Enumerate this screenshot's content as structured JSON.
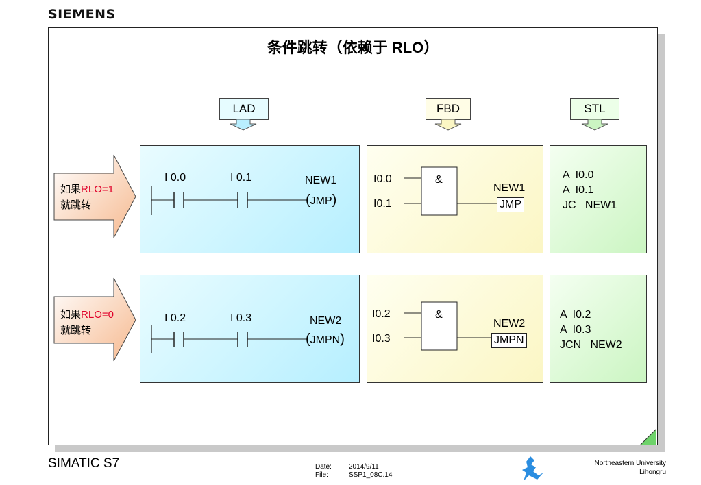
{
  "brand": "SIEMENS",
  "title": "条件跳转（依赖于 RLO）",
  "headers": {
    "lad": "LAD",
    "fbd": "FBD",
    "stl": "STL"
  },
  "rows": [
    {
      "condition": {
        "prefix": "如果",
        "rlo": "RLO=1",
        "suffix": "就跳转"
      },
      "lad": {
        "contact1": "I 0.0",
        "contact2": "I 0.1",
        "label": "NEW1",
        "coil": "JMP",
        "coil_open": "(",
        "coil_close": ")"
      },
      "fbd": {
        "in1": "I0.0",
        "in2": "I0.1",
        "gate": "&",
        "label": "NEW1",
        "box": "JMP"
      },
      "stl": {
        "line1": "A  I0.0",
        "line2": "A  I0.1",
        "line3": "JC   NEW1"
      }
    },
    {
      "condition": {
        "prefix": "如果",
        "rlo": "RLO=0",
        "suffix": "就跳转"
      },
      "lad": {
        "contact1": "I 0.2",
        "contact2": "I 0.3",
        "label": "NEW2",
        "coil": "JMPN",
        "coil_open": "(",
        "coil_close": ")"
      },
      "fbd": {
        "in1": "I0.2",
        "in2": "I0.3",
        "gate": "&",
        "label": "NEW2",
        "box": "JMPN"
      },
      "stl": {
        "line1": "A  I0.2",
        "line2": "A  I0.3",
        "line3": "JCN   NEW2"
      }
    }
  ],
  "footer": {
    "product": "SIMATIC S7",
    "date_label": "Date:",
    "date_value": "2014/9/11",
    "file_label": "File:",
    "file_value": "SSP1_08C.14",
    "university": "Northeastern University",
    "author": "Lihongru"
  }
}
